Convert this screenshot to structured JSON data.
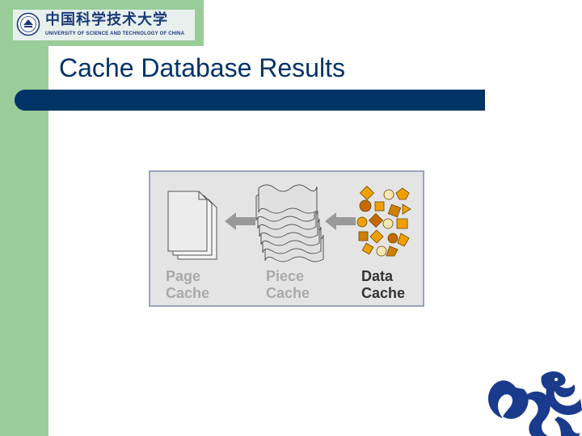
{
  "logo": {
    "chinese_name": "中国科学技术大学",
    "english_name": "UNIVERSITY OF SCIENCE AND TECHNOLOGY OF CHINA"
  },
  "slide": {
    "title": "Cache Database Results"
  },
  "figure": {
    "captions": [
      {
        "line1": "Page",
        "line2": "Cache"
      },
      {
        "line1": "Piece",
        "line2": "Cache"
      },
      {
        "line1": "Data",
        "line2": "Cache"
      }
    ]
  },
  "colors": {
    "sidebar": "#99cc99",
    "title": "#003366",
    "title_bar": "#003366",
    "figure_bg": "#e4e4e4",
    "figure_border": "#9aa3be",
    "data_shapes": "#f0a000",
    "dragon": "#1a3a8c"
  }
}
